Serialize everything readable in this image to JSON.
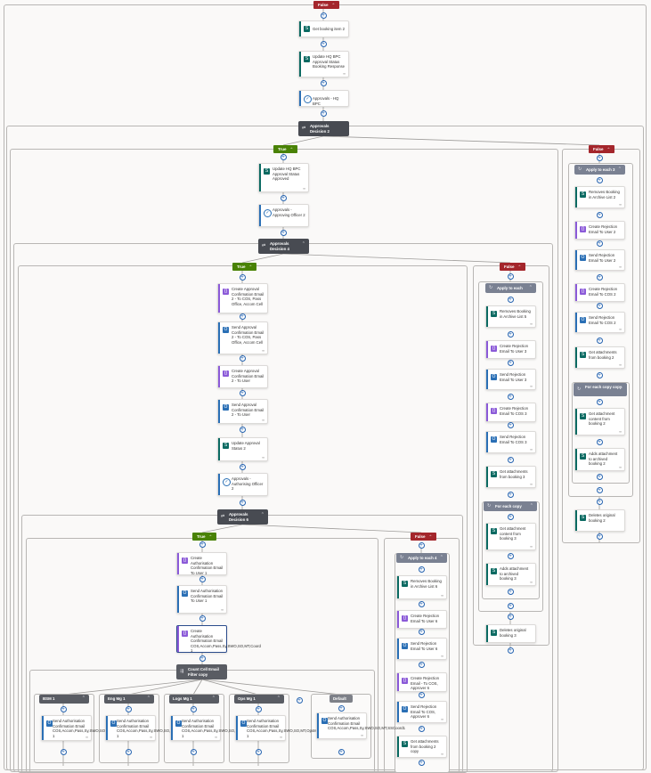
{
  "colors": {
    "teal": "#0b6a62",
    "purple": "#8b5ad8",
    "blue": "#2a6fb5",
    "navy": "#2b4c8c",
    "condition": "#484b52",
    "apply_each": "#7a8192",
    "false_badge": "#a4262c",
    "true_badge": "#498205",
    "plus": "#2563b0"
  },
  "badges": {
    "top_false": "False",
    "ca_true": "True",
    "ca_false": "False",
    "cb_true": "True",
    "cb_false": "False",
    "cc_true": "True",
    "cc_false": "False"
  },
  "top_actions": {
    "get_booking": "Get booking item 2",
    "update_hq": "Update HQ BPC Approval Status Booking Response",
    "approvals_hq": "Approvals - HQ BPC"
  },
  "conditions": {
    "a": "Approvals Decision 2",
    "b": "Approvals Decision 4",
    "c": "Approvals Decision 6"
  },
  "ca_true": {
    "update_hq": "Update HQ BPC Approval Status Approved",
    "approvals_officer2": "Approvals - Approving Officer 2"
  },
  "cb_true": {
    "create_email_cos": "Create Approval Confirmation Email 2 - To COS, Pass Office, Accom Cell",
    "send_email_cos": "Send Approval Confirmation Email 2 - To COS, Pass Office, Accom Cell",
    "create_email_user": "Create Approval Confirmation Email 2 - To User",
    "send_email_user": "Send Approval Confirmation Email 2 - To User",
    "update_status": "Update Approval Status 2",
    "approvals_auth": "Approvals - Authorising Officer 2"
  },
  "cc_true": {
    "create_auth_user": "Create Authorisation Confirmation Email To User 1",
    "send_auth_user": "Send Authorisation Confirmation Email To User 1",
    "create_auth_cos": "Create Authorisation Confirmation Email COS,Accom,Pass,Sy,SWO,SO,MT,Coord 1"
  },
  "switch": {
    "title": "Count Cell Email Filter copy",
    "cases": [
      {
        "label": "BSM 1",
        "action": "Send Authorisation Confirmation Email COS,Accom,Pass,Sy,SWO,SO,MT,BSM 1"
      },
      {
        "label": "Eng Mg 1",
        "action": "Send Authorisation Confirmation Email COS,Accom,Pass,Sy,SWO,SO,MT,EngMg 1"
      },
      {
        "label": "Logs Mg 1",
        "action": "Send Authorisation Confirmation Email COS,Accom,Pass,Sy,SWO,SO,MT,LogsMg 1"
      },
      {
        "label": "Ops Mg 1",
        "action": "Send Authorisation Confirmation Email COS,Accom,Pass,Sy,SWO,SO,MT,OpsMg 1"
      }
    ],
    "default": {
      "label": "Default",
      "action": "Send Authorisation Confirmation Email COS,Accom,Pass,Sy,SWO,SO,MT,SSCoord1"
    }
  },
  "cc_false": {
    "apply": "Apply to each 4",
    "actions": [
      "Removes Booking in Archive List 6",
      "Create Rejection Email To User 6",
      "Send Rejection Email To User 6",
      "Create Rejection Email - To COS, Approver 6",
      "Send Rejection Email To COS, Approver 6",
      "Get attachments from booking 2 copy"
    ]
  },
  "cb_false": {
    "apply": "Apply to each",
    "actions": [
      "Removes Booking in Archive List 5",
      "Create Rejection Email To User 3",
      "Send Rejection Email To User 3",
      "Create Rejection Email To COS 3",
      "Send Rejection Email To COS 3",
      "Get attachments from booking 3"
    ],
    "foreach": "For each copy",
    "foreach_actions": [
      "Get attachment content from booking 3",
      "Adds attachment to archived booking 3"
    ],
    "delete": "Deletes original booking 3"
  },
  "ca_false": {
    "apply": "Apply to each 3",
    "actions": [
      "Removes Booking in Archive List 2",
      "Create Rejection Email To User 2",
      "Send Rejection Email To User 2",
      "Create Rejection Email To COS 2",
      "Send Rejection Email To COS 2",
      "Get attachments from booking 2"
    ],
    "foreach": "For each copy copy",
    "foreach_actions": [
      "Get attachment content from booking 2",
      "Adds attachment to archived booking 2"
    ],
    "delete": "Deletes original booking 2"
  }
}
